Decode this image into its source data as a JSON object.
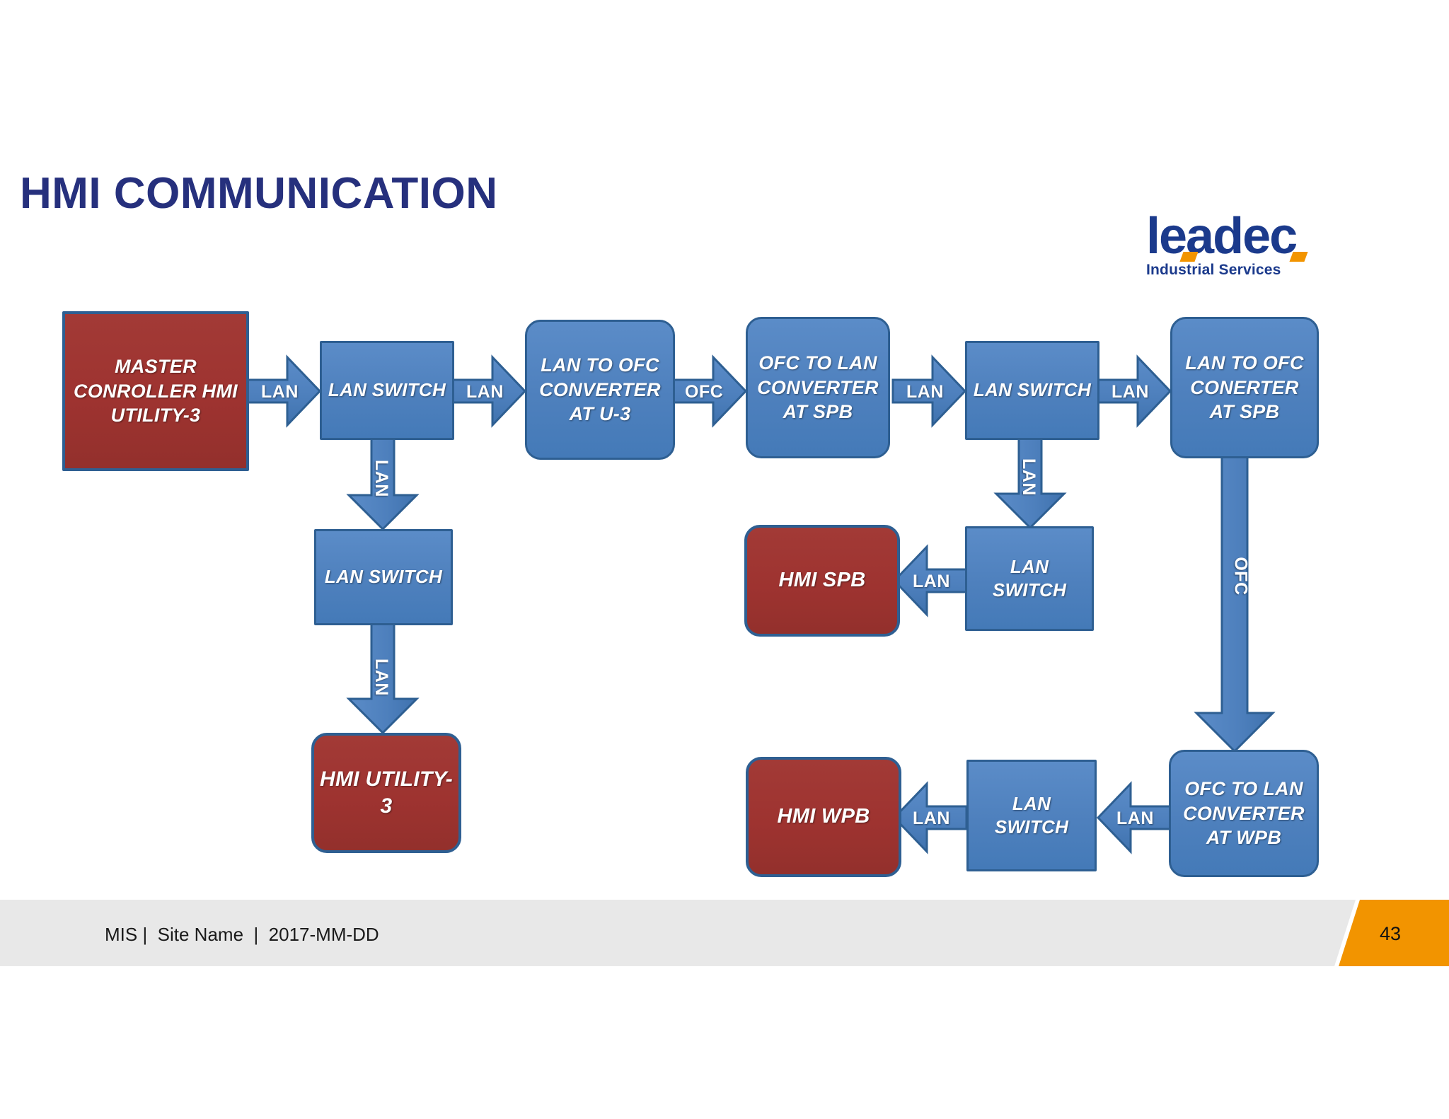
{
  "slide": {
    "title": "HMI COMMUNICATION",
    "title_color": "#26307D",
    "background": "#FFFFFF"
  },
  "logo": {
    "wordmark": "leadec",
    "tagline": "Industrial Services",
    "brand_color": "#1B3A8C",
    "accent_color": "#F29400"
  },
  "palette": {
    "blue_fill": "#4E80BD",
    "blue_border": "#2E5F92",
    "red_fill": "#9E3330",
    "footer_gray": "#E8E8E8",
    "badge_orange": "#F29400"
  },
  "diagram": {
    "nodes": {
      "master_controller": "MASTER CONROLLER HMI UTILITY-3",
      "lan_switch_u3_top": "LAN SWITCH",
      "lan_to_ofc_u3": "LAN TO OFC CONVERTER AT U-3",
      "ofc_to_lan_spb": "OFC TO LAN CONVERTER AT  SPB",
      "lan_switch_spb_top": "LAN SWITCH",
      "lan_to_ofc_spb": "LAN TO OFC CONERTER AT SPB",
      "lan_switch_u3_mid": "LAN SWITCH",
      "hmi_spb": "HMI SPB",
      "lan_switch_spb_mid": "LAN SWITCH",
      "hmi_utility_3": "HMI UTILITY-3",
      "hmi_wpb": "HMI WPB",
      "lan_switch_wpb": "LAN SWITCH",
      "ofc_to_lan_wpb": "OFC TO LAN CONVERTER AT WPB"
    },
    "links": {
      "master_to_switch": "LAN",
      "switch_to_converter": "LAN",
      "converter_to_converter": "OFC",
      "converter_to_switch_spb": "LAN",
      "switch_to_converter_spb": "LAN",
      "switch_down_u3": "LAN",
      "switch_down_u3_2": "LAN",
      "switch_down_spb": "LAN",
      "switch_to_hmi_spb": "LAN",
      "converter_down_wpb": "OFC",
      "converter_to_switch_wpb": "LAN",
      "switch_to_hmi_wpb": "LAN"
    }
  },
  "footer": {
    "text": "MIS |  Site Name  |  2017-MM-DD",
    "page_number": "43"
  }
}
